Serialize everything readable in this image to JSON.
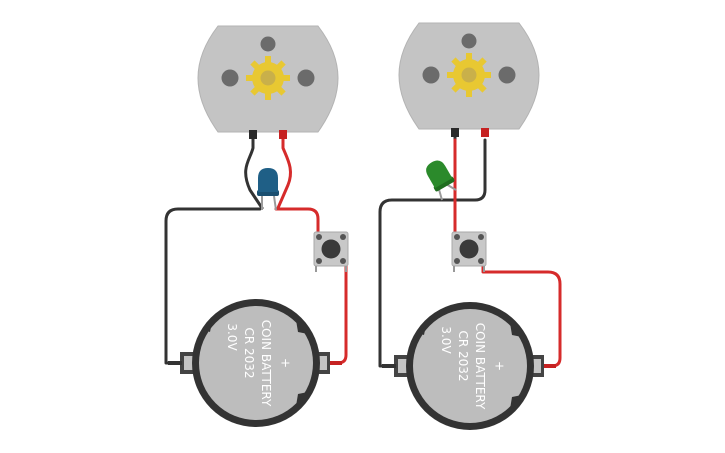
{
  "circuits": [
    {
      "id": "left",
      "led_color": "#1f5f86",
      "battery": {
        "line1": "COIN BATTERY",
        "line2": "CR 2032",
        "line3": "3.0V",
        "plus": "+"
      }
    },
    {
      "id": "right",
      "led_color": "#2b8a2b",
      "battery": {
        "line1": "COIN BATTERY",
        "line2": "CR 2032",
        "line3": "3.0V",
        "plus": "+"
      }
    }
  ],
  "colors": {
    "wire_black": "#333333",
    "wire_red": "#d62b2b",
    "motor_body": "#c4c4c4",
    "gear": "#e8c832",
    "battery_body": "#bdbdbd",
    "battery_rim": "#333333"
  }
}
